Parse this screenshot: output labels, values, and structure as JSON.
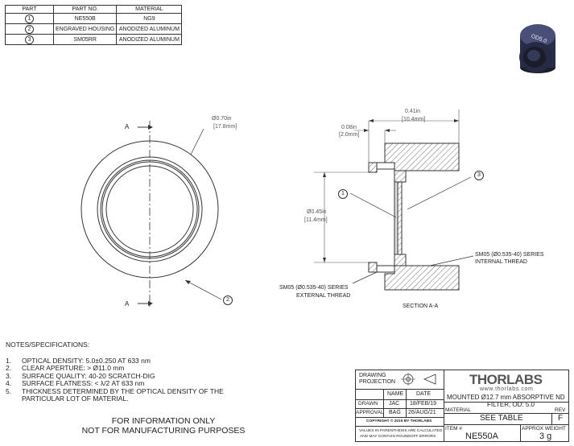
{
  "parts_table": {
    "headers": [
      "PART",
      "PART NO.",
      "MATERIAL"
    ],
    "rows": [
      {
        "part": "1",
        "part_no": "NE550B",
        "material": "NG9"
      },
      {
        "part": "2",
        "part_no": "ENGRAVED HOUSING",
        "material": "ANODIZED ALUMINUM"
      },
      {
        "part": "3",
        "part_no": "SM05RR",
        "material": "ANODIZED ALUMINUM"
      }
    ]
  },
  "front_view": {
    "section_label_top": "A",
    "section_label_bottom": "A",
    "diameter_in": "Ø0.70in",
    "diameter_mm": "[17.8mm]",
    "callout": "2"
  },
  "section_view": {
    "overall_width_in": "0.41in",
    "overall_width_mm": "[10.4mm]",
    "lip_width_in": "0.08in",
    "lip_width_mm": "[2.0mm]",
    "height_in": "Ø0.45in",
    "height_mm": "[11.4mm]",
    "callout_1": "1",
    "callout_3": "3",
    "internal_thread_line1": "SM05 (Ø0.535-40) SERIES",
    "internal_thread_line2": "INTERNAL THREAD",
    "external_thread_line1": "SM05 (Ø0.535-40) SERIES",
    "external_thread_line2": "EXTERNAL THREAD",
    "caption": "SECTION A-A"
  },
  "notes": {
    "title": "NOTES/SPECIFICATIONS:",
    "items": [
      {
        "num": "1.",
        "text": "OPTICAL DENSITY: 5.0±0.250 AT 633 nm"
      },
      {
        "num": "2.",
        "text": "CLEAR APERTURE: > Ø11.0 mm"
      },
      {
        "num": "3.",
        "text": "SURFACE QUALITY: 40-20 SCRATCH-DIG"
      },
      {
        "num": "4.",
        "text": "SURFACE FLATNESS: < λ/2 AT 633 nm"
      },
      {
        "num": "5.",
        "text": "THICKNESS DETERMINED BY THE OPTICAL DENSITY OF THE"
      },
      {
        "num": "",
        "text": "PARTICULAR LOT OF MATERIAL."
      }
    ]
  },
  "info": {
    "line1": "FOR INFORMATION ONLY",
    "line2": "NOT FOR MANUFACTURING PURPOSES"
  },
  "title_block": {
    "projection_line1": "DRAWING",
    "projection_line2": "PROJECTION",
    "logo": "THORLABS",
    "website": "www.thorlabs.com",
    "name_header": "NAME",
    "date_header": "DATE",
    "drawn_label": "DRAWN",
    "drawn_name": "JAC",
    "drawn_date": "18/FEB/19",
    "approval_label": "APPROVAL",
    "approval_name": "BAG",
    "approval_date": "26/AUG/21",
    "copyright": "COPYRIGHT © 2019 BY THORLABS",
    "disclaimer_line1": "VALUES IN PARENTHESIS ARE CALCULATED",
    "disclaimer_line2": "AND MAY CONTAIN ROUNDOFF ERRORS",
    "description_line1": "MOUNTED Ø12.7 mm ABSORPTIVE ND",
    "description_line2": "FILTER, OD: 5.0",
    "material_label": "MATERIAL",
    "material_value": "SEE TABLE",
    "rev_label": "REV",
    "rev_value": "F",
    "item_label": "ITEM #",
    "item_value": "NE550A",
    "weight_label": "APPROX WEIGHT",
    "weight_value": "3 g"
  },
  "product_render_text": "OD5.0"
}
